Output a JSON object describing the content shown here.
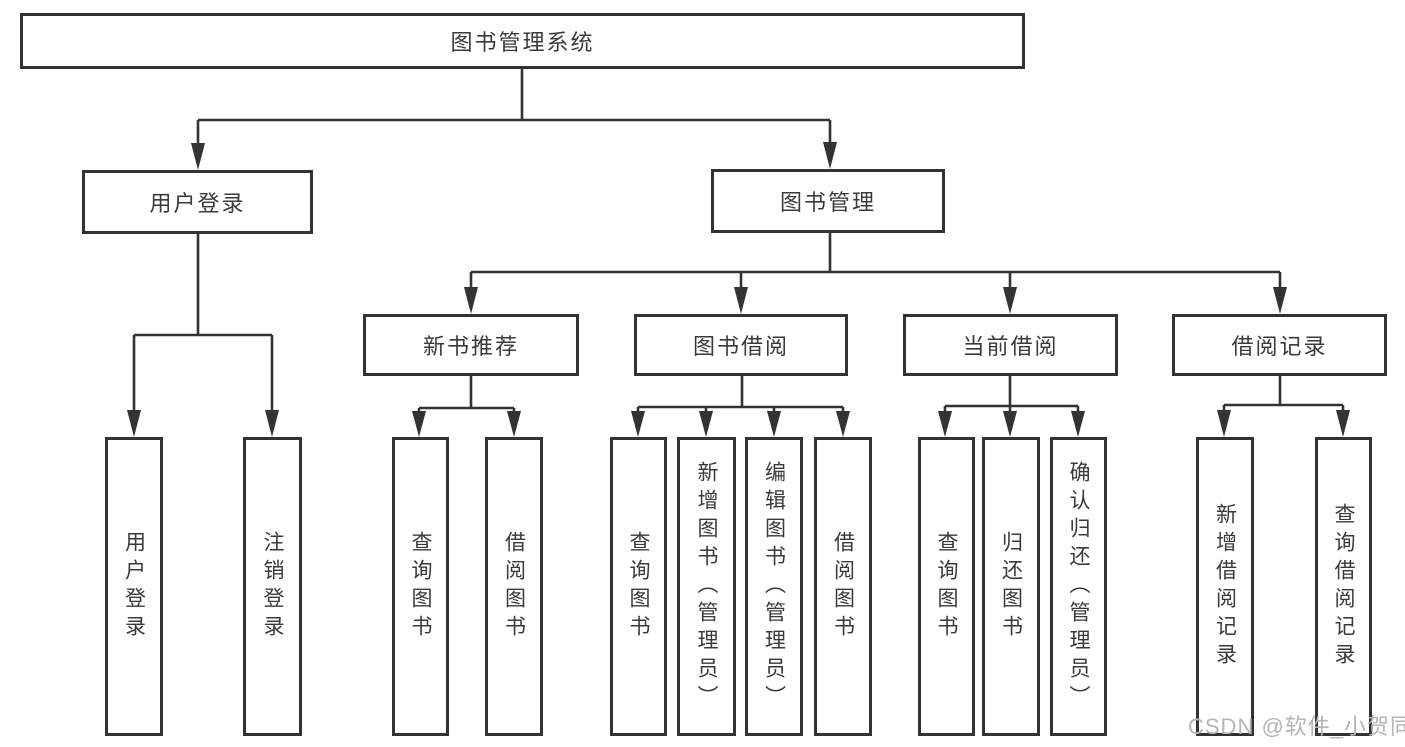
{
  "diagram": {
    "type": "hierarchy-tree",
    "tree": {
      "root": {
        "label": "图书管理系统"
      },
      "branches": [
        {
          "label": "用户登录",
          "children": [
            {
              "label": "用户登录"
            },
            {
              "label": "注销登录"
            }
          ]
        },
        {
          "label": "图书管理",
          "children": [
            {
              "label": "新书推荐",
              "children": [
                {
                  "label": "查询图书"
                },
                {
                  "label": "借阅图书"
                }
              ]
            },
            {
              "label": "图书借阅",
              "children": [
                {
                  "label": "查询图书"
                },
                {
                  "label": "新增图书（管理员）"
                },
                {
                  "label": "编辑图书（管理员）"
                },
                {
                  "label": "借阅图书"
                }
              ]
            },
            {
              "label": "当前借阅",
              "children": [
                {
                  "label": "查询图书"
                },
                {
                  "label": "归还图书"
                },
                {
                  "label": "确认归还（管理员）"
                }
              ]
            },
            {
              "label": "借阅记录",
              "children": [
                {
                  "label": "新增借阅记录"
                },
                {
                  "label": "查询借阅记录"
                }
              ]
            }
          ]
        }
      ]
    },
    "colors": {
      "line": "#333333",
      "box_border": "#333333",
      "box_background": "#ffffff",
      "text": "#3a3a3a",
      "watermark_text": "#b5b5b5"
    }
  },
  "watermark": "CSDN @软件_小贺同学"
}
